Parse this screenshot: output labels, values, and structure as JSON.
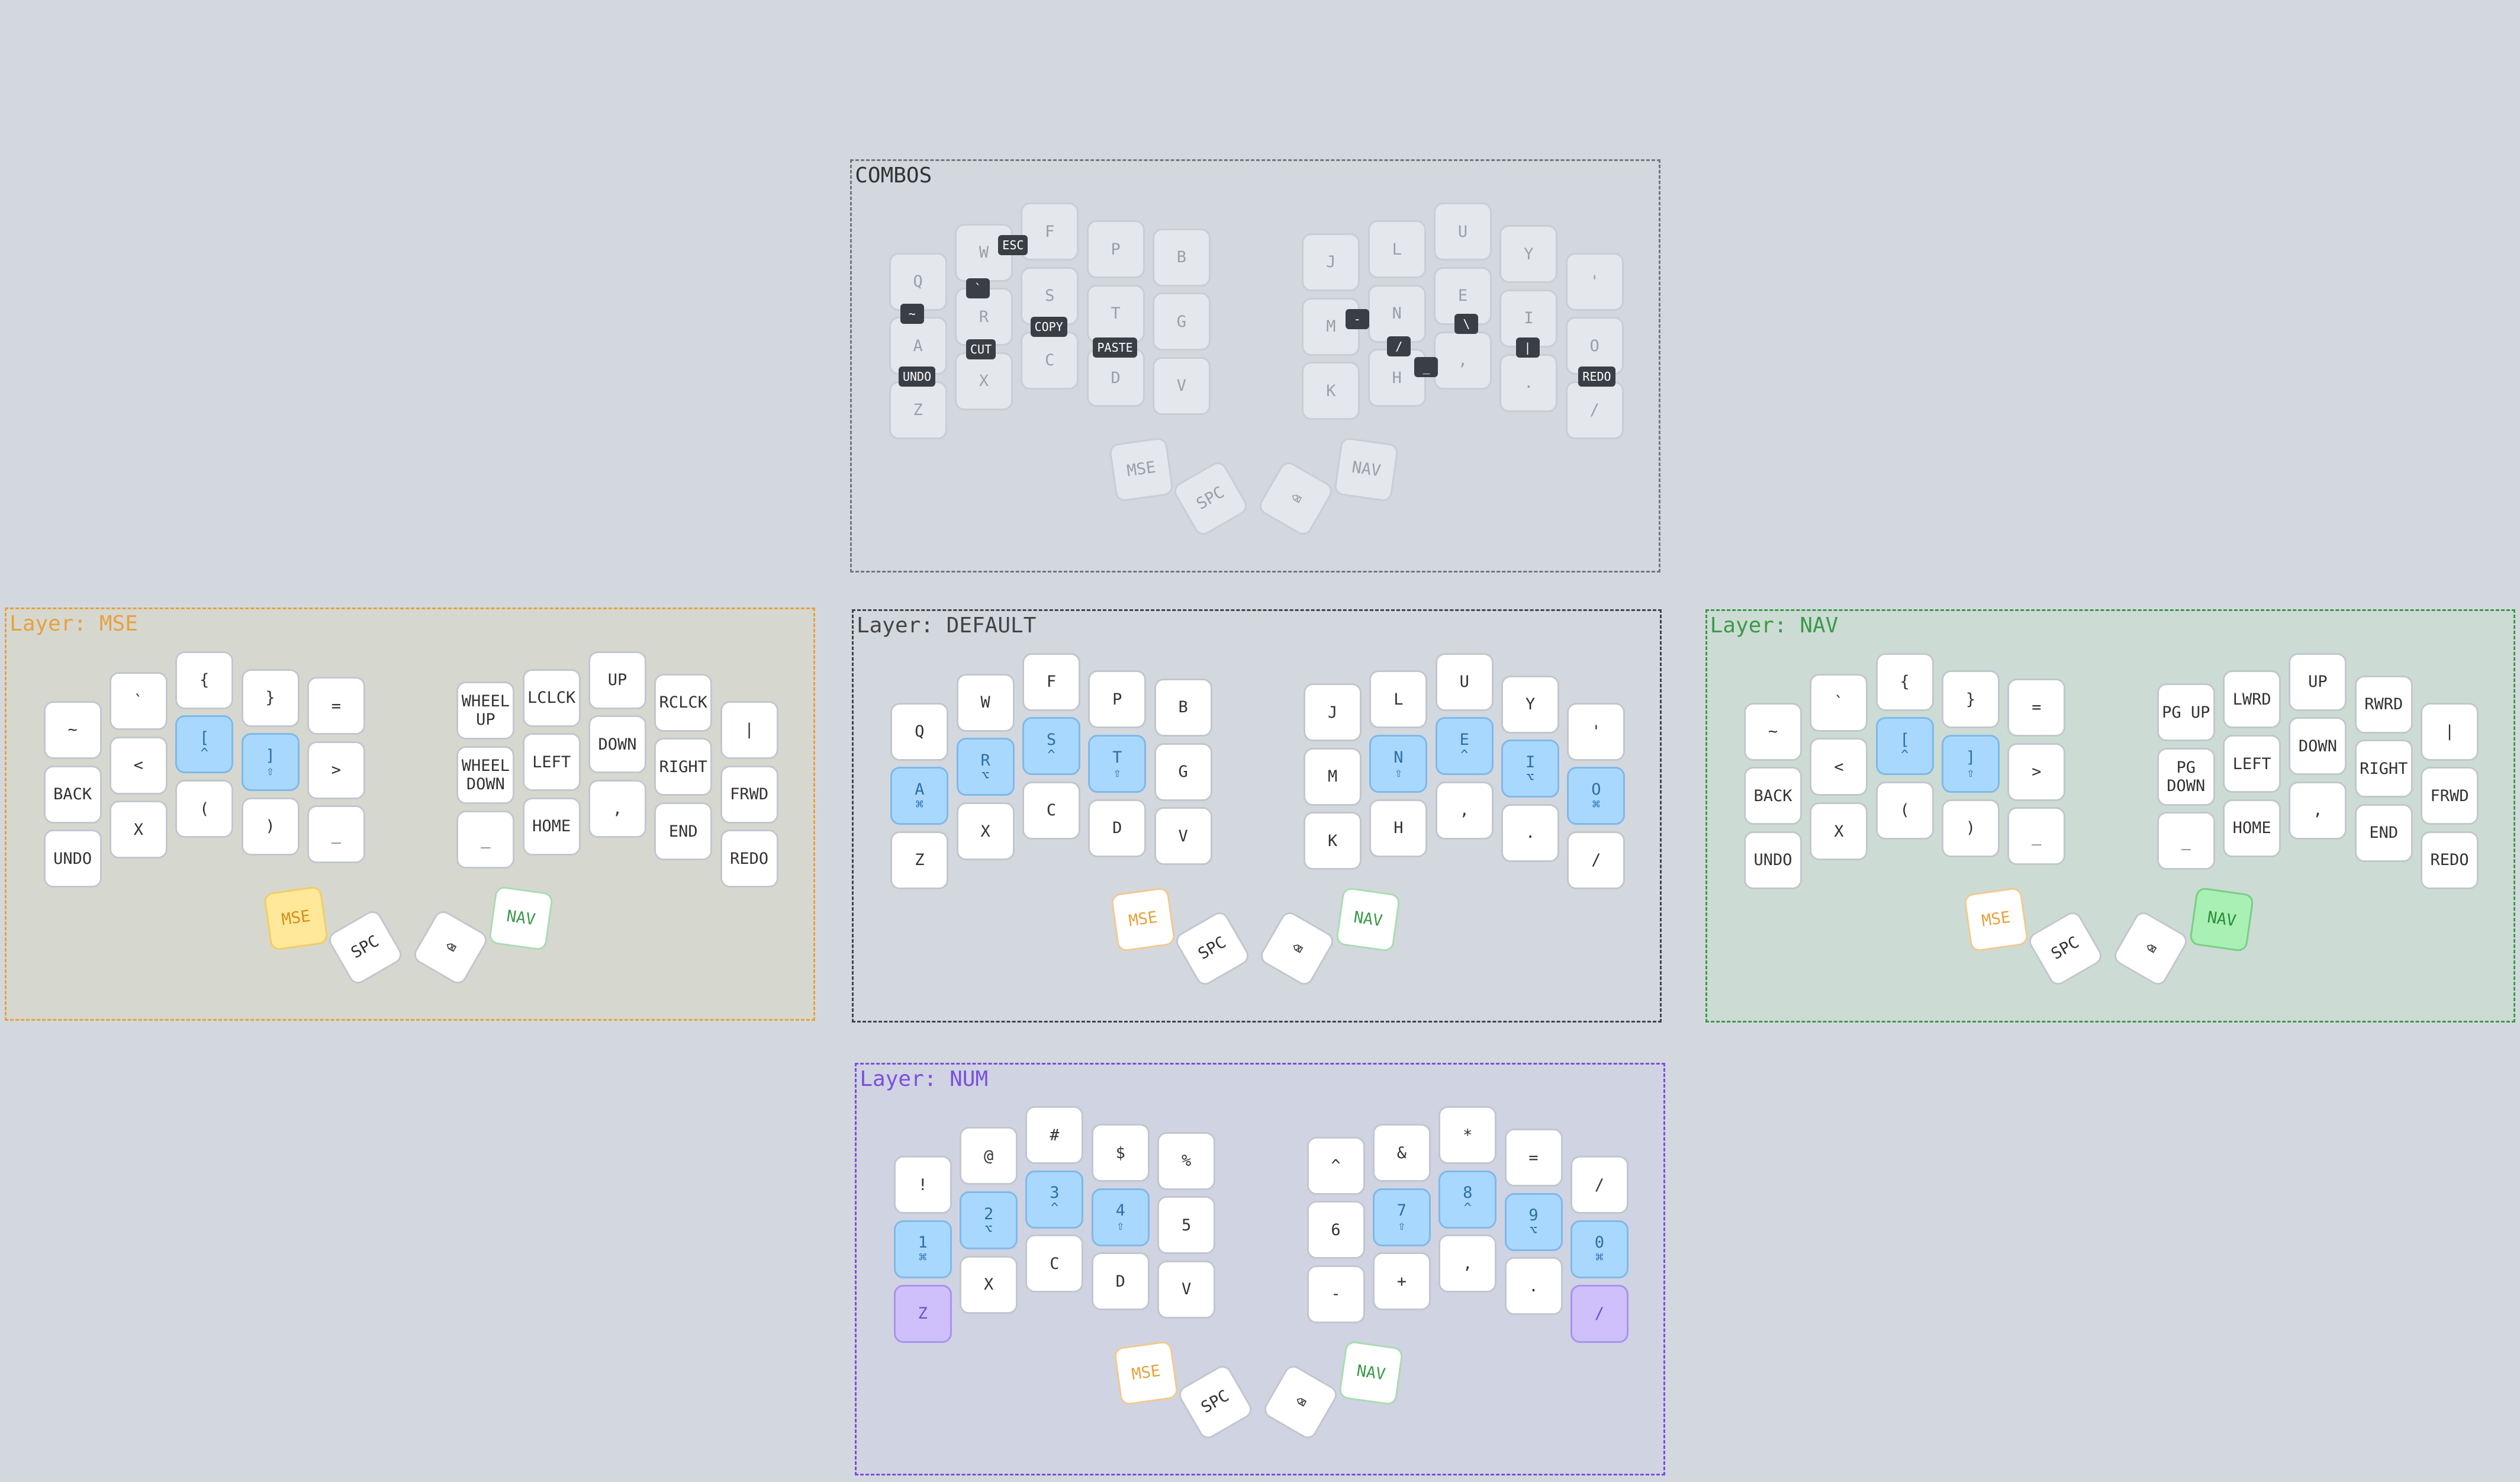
{
  "panels": {
    "combos": {
      "title": "COMBOS",
      "color": "#777777",
      "left": [
        [
          "Q",
          "A",
          "Z"
        ],
        [
          "W",
          "R",
          "X"
        ],
        [
          "F",
          "S",
          "C"
        ],
        [
          "P",
          "T",
          "D"
        ],
        [
          "B",
          "G",
          "V"
        ]
      ],
      "right": [
        [
          "J",
          "M",
          "K"
        ],
        [
          "L",
          "N",
          "H"
        ],
        [
          "U",
          "E",
          ","
        ],
        [
          "Y",
          "I",
          "."
        ],
        [
          "'",
          "O",
          "/"
        ]
      ],
      "thumbs": [
        "MSE",
        "SPC",
        "⌫",
        "NAV"
      ],
      "combos": [
        "ESC",
        "`",
        "~",
        "COPY",
        "CUT",
        "PASTE",
        "UNDO",
        "-",
        "/",
        "\\",
        "_",
        "|",
        "REDO"
      ]
    },
    "mse": {
      "title": "Layer: MSE",
      "color": "#e8a13b",
      "background": "#d6d8d0",
      "left": [
        [
          "~",
          "BACK",
          "UNDO"
        ],
        [
          "`",
          "<",
          "X"
        ],
        [
          "{",
          "[",
          "("
        ],
        [
          "}",
          "]",
          ")"
        ],
        [
          "=",
          ">",
          "_"
        ]
      ],
      "left_holds": [
        "",
        "^",
        "⇧"
      ],
      "right": [
        [
          "WHEEL UP",
          "WHEEL DOWN",
          "_"
        ],
        [
          "LCLCK",
          "LEFT",
          "HOME"
        ],
        [
          "UP",
          "DOWN",
          ","
        ],
        [
          "RCLCK",
          "RIGHT",
          "END"
        ],
        [
          "|",
          "FRWD",
          "REDO"
        ]
      ],
      "thumbs": [
        "MSE",
        "SPC",
        "⌫",
        "NAV"
      ]
    },
    "default": {
      "title": "Layer: DEFAULT",
      "color": "#444444",
      "left": [
        [
          "Q",
          "A",
          "Z"
        ],
        [
          "W",
          "R",
          "X"
        ],
        [
          "F",
          "S",
          "C"
        ],
        [
          "P",
          "T",
          "D"
        ],
        [
          "B",
          "G",
          "V"
        ]
      ],
      "left_mods": [
        "⌘",
        "⌥",
        "^",
        "⇧"
      ],
      "right": [
        [
          "J",
          "M",
          "K"
        ],
        [
          "L",
          "N",
          "H"
        ],
        [
          "U",
          "E",
          ","
        ],
        [
          "Y",
          "I",
          "."
        ],
        [
          "'",
          "O",
          "/"
        ]
      ],
      "right_mods": [
        "⇧",
        "^",
        "⌥",
        "⌘"
      ],
      "thumbs": [
        "MSE",
        "SPC",
        "⌫",
        "NAV"
      ]
    },
    "nav": {
      "title": "Layer: NAV",
      "color": "#3c9a4b",
      "background": "#ccdcd4",
      "left": [
        [
          "~",
          "BACK",
          "UNDO"
        ],
        [
          "`",
          "<",
          "X"
        ],
        [
          "{",
          "[",
          "("
        ],
        [
          "}",
          "]",
          ")"
        ],
        [
          "=",
          ">",
          "_"
        ]
      ],
      "left_holds": [
        "",
        "^",
        "⇧"
      ],
      "right": [
        [
          "PG UP",
          "PG DOWN",
          "_"
        ],
        [
          "LWRD",
          "LEFT",
          "HOME"
        ],
        [
          "UP",
          "DOWN",
          ","
        ],
        [
          "RWRD",
          "RIGHT",
          "END"
        ],
        [
          "|",
          "FRWD",
          "REDO"
        ]
      ],
      "thumbs": [
        "MSE",
        "SPC",
        "⌫",
        "NAV"
      ]
    },
    "num": {
      "title": "Layer: NUM",
      "color": "#7a4fe0",
      "background": "#d0d3e2",
      "left": [
        [
          "!",
          "1",
          "Z"
        ],
        [
          "@",
          "2",
          "X"
        ],
        [
          "#",
          "3",
          "C"
        ],
        [
          "$",
          "4",
          "D"
        ],
        [
          "%",
          "5",
          "V"
        ]
      ],
      "left_mods": [
        "⌘",
        "⌥",
        "^",
        "⇧"
      ],
      "right": [
        [
          "^",
          "6",
          "-"
        ],
        [
          "&",
          "7",
          "+"
        ],
        [
          "*",
          "8",
          ","
        ],
        [
          "=",
          "9",
          "."
        ],
        [
          "/",
          "0",
          "/"
        ]
      ],
      "right_mods": [
        "⇧",
        "^",
        "⌥",
        "⌘"
      ],
      "thumbs": [
        "MSE",
        "SPC",
        "⌫",
        "NAV"
      ]
    }
  }
}
